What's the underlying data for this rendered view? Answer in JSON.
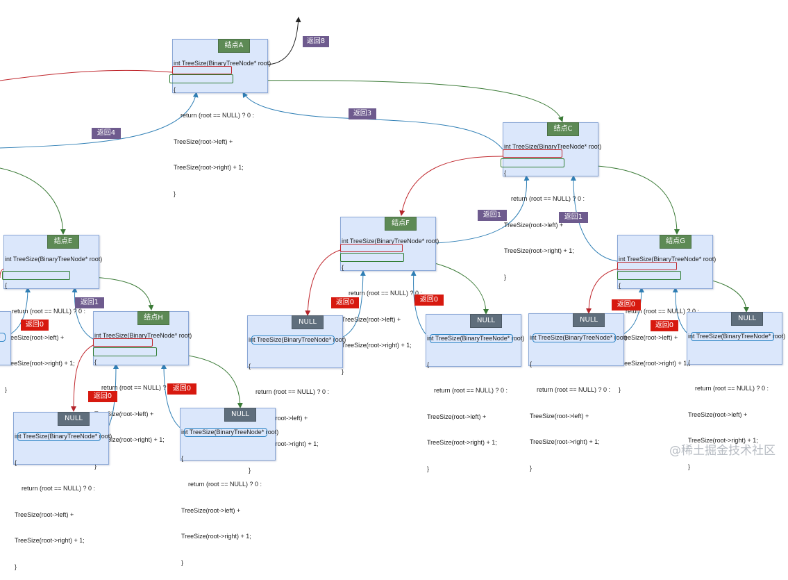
{
  "code": {
    "line1": "int TreeSize(BinaryTreeNode* root)",
    "line2": "{",
    "line3": "    return (root == NULL) ? 0 :",
    "line4": "TreeSize(root->left) +",
    "line5": "TreeSize(root->right) + 1;",
    "line6": "}"
  },
  "nodes": {
    "a": "结点A",
    "c": "结点C",
    "e": "结点E",
    "f": "结点F",
    "g": "结点G",
    "h": "结点H"
  },
  "null_label": "NULL",
  "returns": {
    "r8": "返回8",
    "r4": "返回4",
    "r3": "返回3",
    "r1": "返回1",
    "r0": "返回0"
  },
  "watermark": "@稀土掘金技术社区",
  "colors": {
    "red_arrow": "#c0272d",
    "green_arrow": "#3a7a36",
    "blue_arrow": "#2f7fb5",
    "box_fill": "#dbe7fb",
    "purple_tag": "#6e5b8e",
    "red_tag": "#d7190f"
  }
}
